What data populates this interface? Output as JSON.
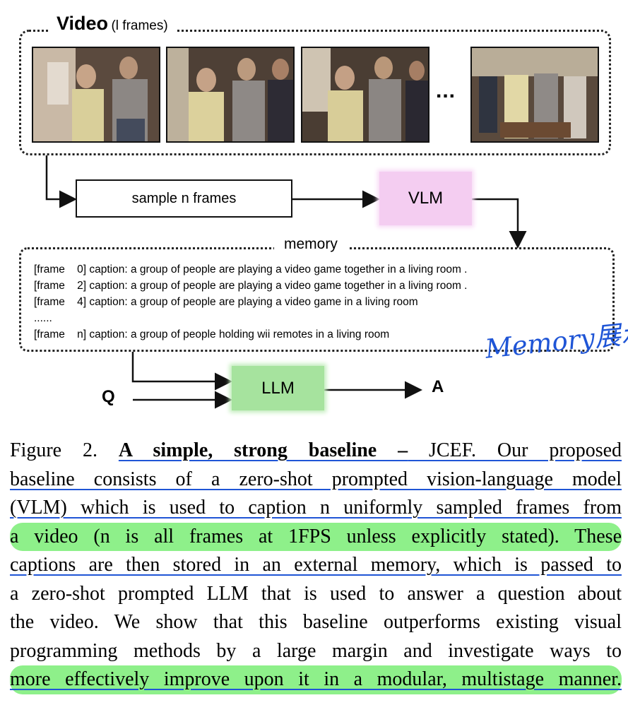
{
  "video": {
    "title": "Video",
    "subtitle": "(l frames)",
    "ellipsis": "..."
  },
  "flow": {
    "sample_label": "sample n frames",
    "vlm_label": "VLM",
    "llm_label": "LLM",
    "q_label": "Q",
    "a_label": "A"
  },
  "memory": {
    "title": "memory",
    "lines": [
      "[frame    0] caption: a group of people are playing a video game together in a living room .",
      "[frame    2] caption: a group of people are playing a video game together in a living room .",
      "[frame    4] caption: a group of people are playing a video game in a living room",
      "......",
      "[frame    n] caption: a group of people holding wii remotes in a living room"
    ],
    "handwritten_note": "Memory展示"
  },
  "caption": {
    "lines": [
      {
        "pre": "Figure 2.  ",
        "bold": "A simple, strong baseline –",
        "post": " JCEF. Our proposed"
      },
      {
        "text": "baseline consists of a zero-shot prompted vision-language model"
      },
      {
        "text": "(VLM) which is used to caption n uniformly sampled frames from"
      },
      {
        "text": "a video (n is all frames at 1FPS unless explicitly stated). These"
      },
      {
        "text": "captions are then stored in an external memory, which is passed to"
      },
      {
        "text": "a zero-shot prompted LLM that is used to answer a question about"
      },
      {
        "text": "the video. We show that this baseline outperforms existing visual"
      },
      {
        "text": "programming methods by a large margin and investigate ways to"
      },
      {
        "text": "more effectively improve upon it in a modular, multistage manner."
      }
    ]
  },
  "colors": {
    "vlm_fill": "#f4cdf1",
    "llm_fill": "#a6e39e",
    "highlight_green": "#8ef08a",
    "annotation_blue": "#1f55d6"
  }
}
